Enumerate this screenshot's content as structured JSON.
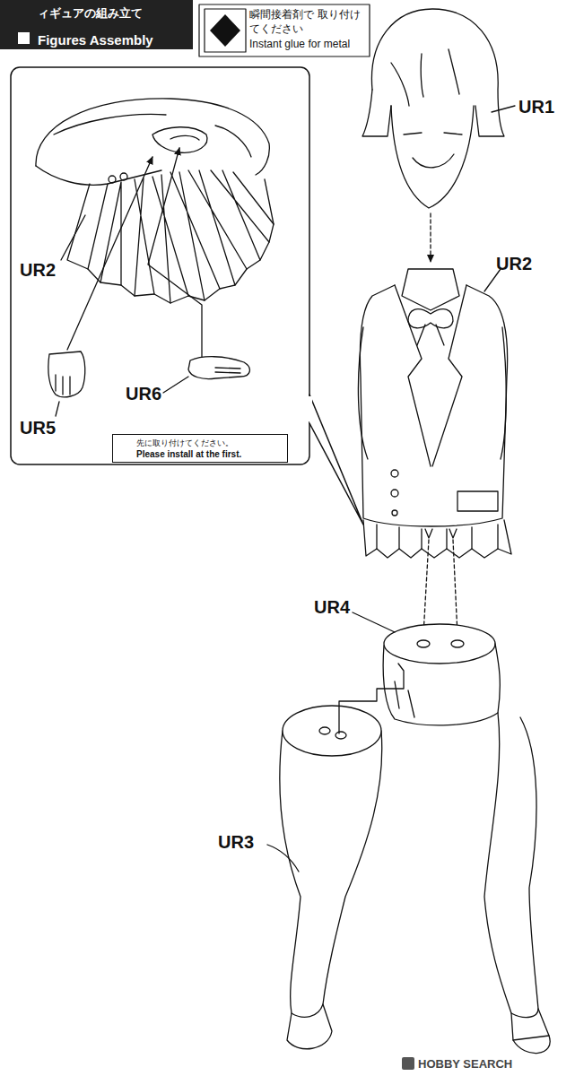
{
  "diagram": {
    "nodes": [
      {
        "text": [
          "ィギュアの組み立て",
          "Figures Assembly"
        ]
      },
      {
        "text": [
          "瞬間接着剤で 取り付けてください",
          "Instant glue for metal"
        ]
      },
      {
        "text": [
          "先に取り付けてください。",
          "Please install at the first."
        ]
      }
    ],
    "labels": [
      "UR1",
      "UR2",
      "UR2",
      "UR5",
      "UR6",
      "UR4",
      "UR3",
      "HOBBY SEARCH"
    ]
  }
}
